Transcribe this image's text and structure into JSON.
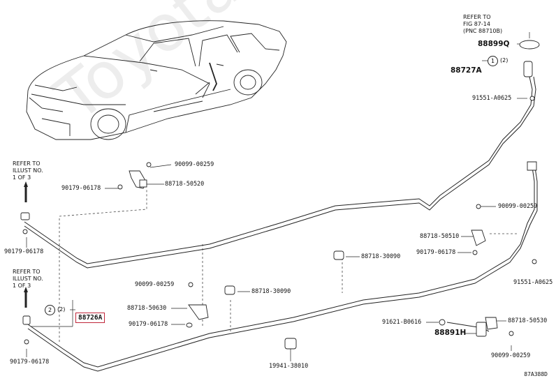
{
  "watermark": "ToyotaCarMine.ru",
  "diagram_code": "87A388D",
  "references": {
    "top_right": "REFER TO\nFIG 87-14\n(PNC 88710B)",
    "left_top": "REFER TO\nILLUST NO.\n1 OF 3",
    "left_bottom": "REFER TO\nILLUST NO.\n1 OF 3"
  },
  "callouts": {
    "p88726A": "88726A",
    "p88727A": "88727A",
    "p88899Q": "88899Q",
    "p88891H": "88891H",
    "c1": "1",
    "c2": "2",
    "q2a": "(2)",
    "q2b": "(2)"
  },
  "labels": {
    "l90099_00259_top": "90099-00259",
    "l90179_06178_a": "90179-06178",
    "l88718_50520": "88718-50520",
    "l90179_06178_b": "90179-06178",
    "l91551_a0625_top": "91551-A0625",
    "l90099_00259_r": "90099-00259",
    "l88718_50510": "88718-50510",
    "l90179_06178_r": "90179-06178",
    "l88718_30090_mid": "88718-30090",
    "l91551_a0625_r": "91551-A0625",
    "l90099_00259_m": "90099-00259",
    "l88718_30090_low": "88718-30090",
    "l88718_50630": "88718-50630",
    "l90179_06178_m": "90179-06178",
    "l91621_b0616": "91621-B0616",
    "l88718_50530": "88718-50530",
    "l90099_00259_b": "90099-00259",
    "l90179_06178_bl": "90179-06178",
    "l19941_38010": "19941-38010"
  }
}
